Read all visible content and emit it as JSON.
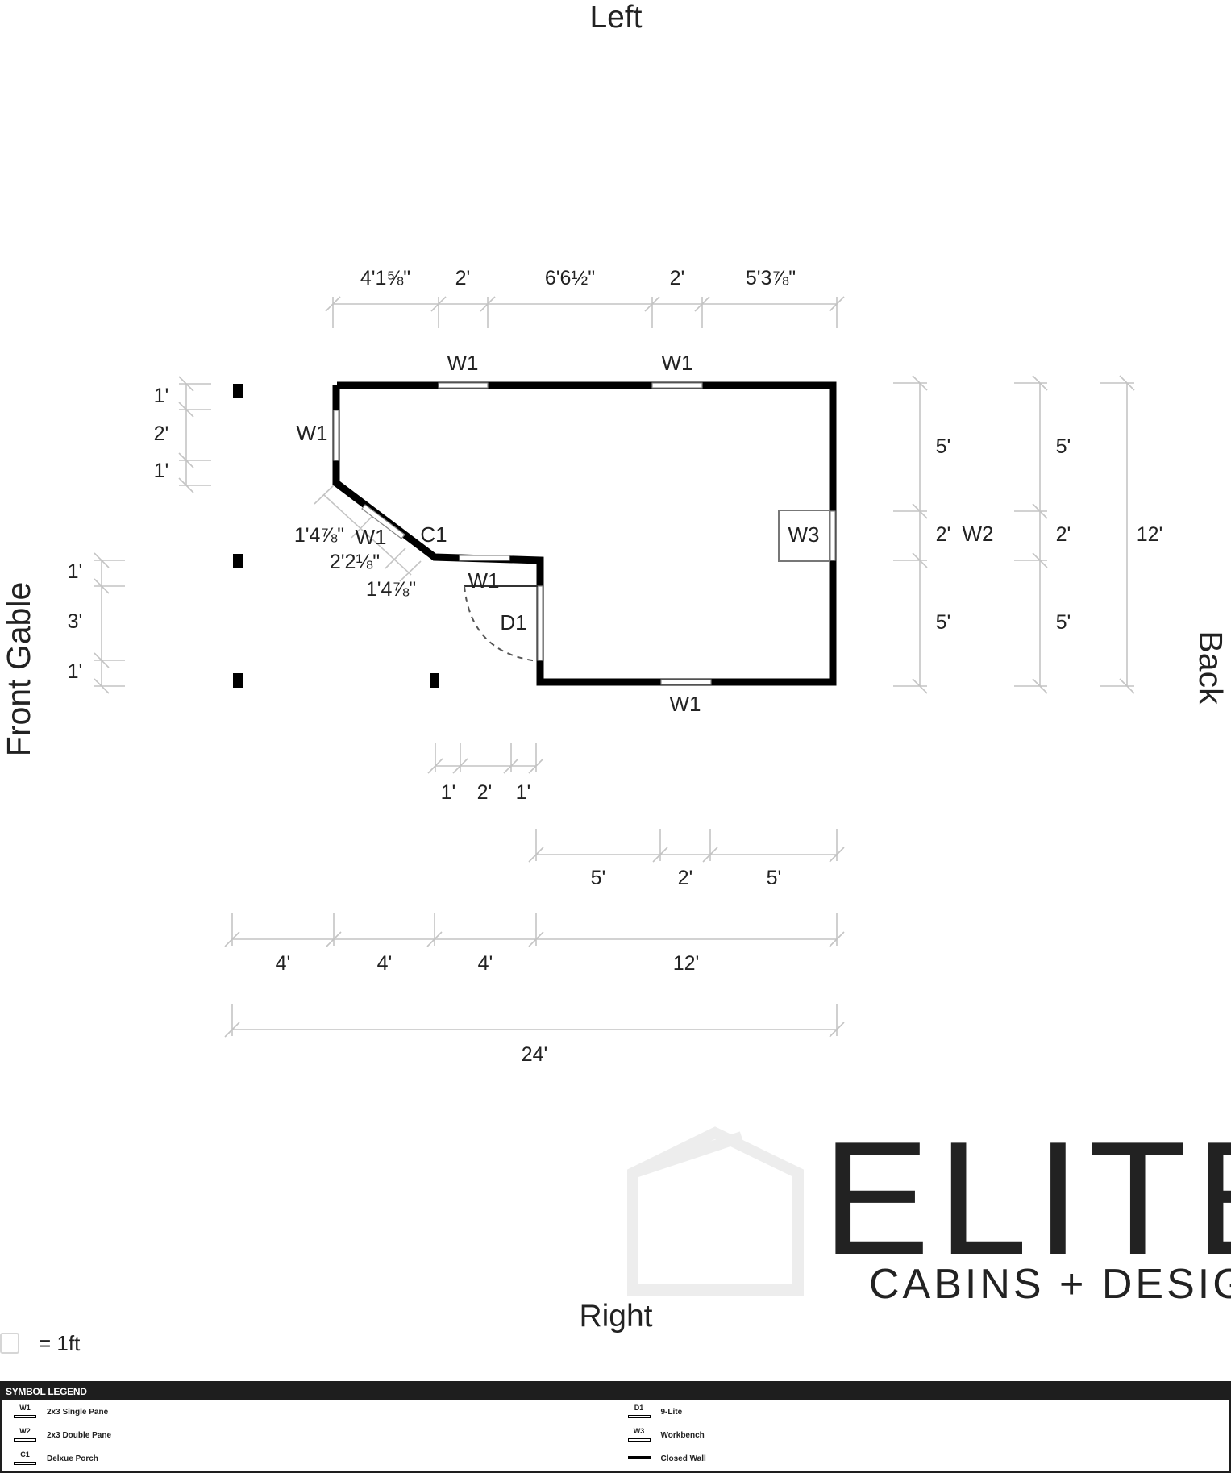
{
  "sides": {
    "top": "Left",
    "bottom": "Right",
    "left": "Front Gable",
    "right": "Back"
  },
  "dimensions": {
    "top": [
      "4'1⅝\"",
      "2'",
      "6'6½\"",
      "2'",
      "5'3⅞\""
    ],
    "left_upper": [
      "1'",
      "2'",
      "1'"
    ],
    "left_lower": [
      "1'",
      "3'",
      "1'"
    ],
    "diagonal": [
      "1'4⅞\"",
      "2'2⅛\"",
      "1'4⅞\""
    ],
    "right_inner": [
      "5'",
      "2'",
      "5'"
    ],
    "right_middle": [
      "5'",
      "2'",
      "5'"
    ],
    "right_total": "12'",
    "bottom_door": [
      "1'",
      "2'",
      "1'"
    ],
    "bottom_windows": [
      "5'",
      "2'",
      "5'"
    ],
    "bottom_segments": [
      "4'",
      "4'",
      "4'",
      "12'"
    ],
    "bottom_total": "24'"
  },
  "openings": {
    "w1_top_a": "W1",
    "w1_top_b": "W1",
    "w1_left": "W1",
    "w1_diagonal": "W1",
    "c1": "C1",
    "w1_inner": "W1",
    "d1": "D1",
    "w3": "W3",
    "w2": "W2",
    "w1_bottom": "W1"
  },
  "watermark": {
    "brand": "ELITE",
    "tagline": "CABINS + DESIGN"
  },
  "scale": {
    "label": "= 1ft"
  },
  "legend": {
    "title": "SYMBOL LEGEND",
    "left_items": [
      {
        "code": "W1",
        "label": "2x3 Single Pane"
      },
      {
        "code": "W2",
        "label": "2x3 Double Pane"
      },
      {
        "code": "C1",
        "label": "Delxue Porch"
      }
    ],
    "right_items": [
      {
        "code": "D1",
        "label": "9-Lite"
      },
      {
        "code": "W3",
        "label": "Workbench"
      },
      {
        "code": "",
        "label": "Closed Wall"
      }
    ]
  }
}
